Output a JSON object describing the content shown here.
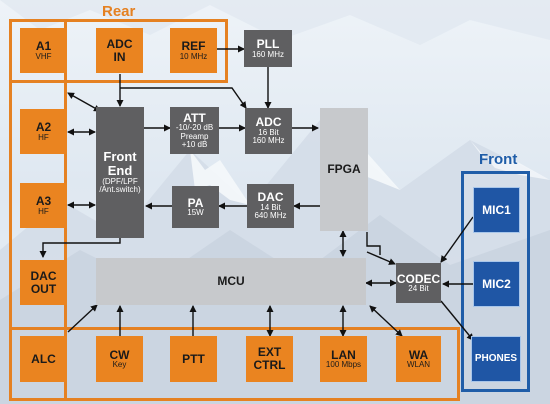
{
  "sections": {
    "rear": "Rear",
    "front": "Front"
  },
  "colors": {
    "orange": "#ea8420",
    "dark_gray": "#5f5f61",
    "light_gray": "#c7c9cc",
    "blue": "#1f56a5",
    "frame_orange": "#e58122",
    "frame_blue": "#1f5da8"
  },
  "blocks": {
    "a1": {
      "title": "A1",
      "sub": "VHF"
    },
    "adc_in": {
      "title": "ADC",
      "title2": "IN"
    },
    "ref": {
      "title": "REF",
      "sub": "10 MHz"
    },
    "pll": {
      "title": "PLL",
      "sub": "160 MHz"
    },
    "a2": {
      "title": "A2",
      "sub": "HF"
    },
    "a3": {
      "title": "A3",
      "sub": "HF"
    },
    "front_end": {
      "title": "Front",
      "title2": "End",
      "sub": "(DPF/LPF",
      "sub2": "/Ant.switch)"
    },
    "att": {
      "title": "ATT",
      "sub": "-10/-20 dB",
      "sub2": "Preamp",
      "sub3": "+10 dB"
    },
    "adc": {
      "title": "ADC",
      "sub": "16 Bit",
      "sub2": "160 MHz"
    },
    "fpga": {
      "title": "FPGA"
    },
    "pa": {
      "title": "PA",
      "sub": "15W"
    },
    "dac": {
      "title": "DAC",
      "sub": "14 Bit",
      "sub2": "640 MHz"
    },
    "dac_out": {
      "title": "DAC",
      "title2": "OUT"
    },
    "mcu": {
      "title": "MCU"
    },
    "codec": {
      "title": "CODEC",
      "sub": "24 Bit"
    },
    "mic1": {
      "title": "MIC1"
    },
    "mic2": {
      "title": "MIC2"
    },
    "phones": {
      "title": "PHONES"
    },
    "alc": {
      "title": "ALC"
    },
    "cw": {
      "title": "CW",
      "sub": "Key"
    },
    "ptt": {
      "title": "PTT"
    },
    "ext": {
      "title": "EXT",
      "title2": "CTRL"
    },
    "lan": {
      "title": "LAN",
      "sub": "100 Mbps"
    },
    "wa": {
      "title": "WA",
      "sub": "WLAN"
    }
  }
}
